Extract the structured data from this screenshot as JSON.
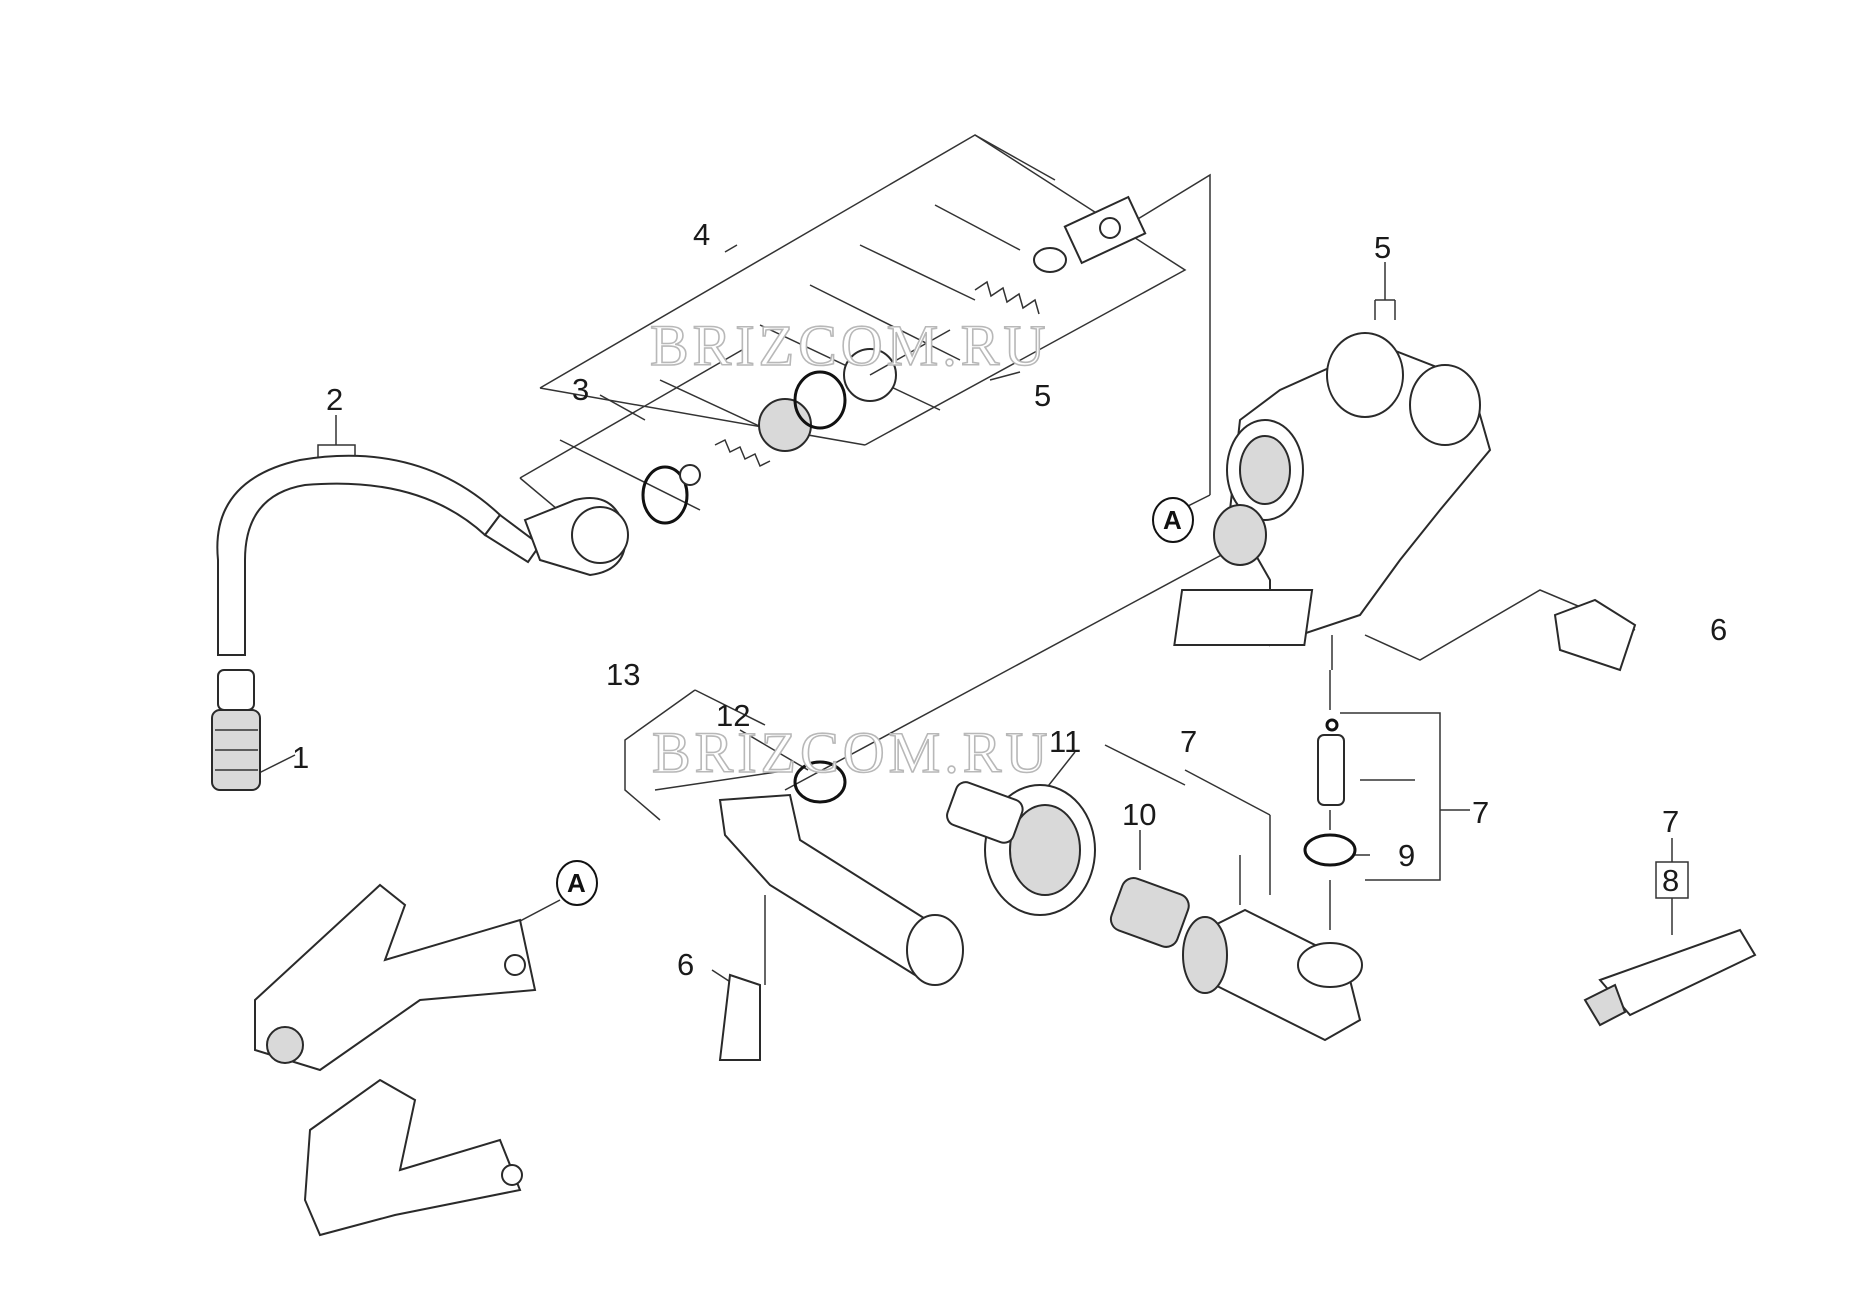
{
  "diagram": {
    "watermarks": [
      "BRIZCOM.RU",
      "BRIZCOM.RU"
    ],
    "reference_marker": "A",
    "callouts": [
      "1",
      "2",
      "3",
      "4",
      "5",
      "5",
      "6",
      "6",
      "7",
      "7",
      "7",
      "8",
      "9",
      "10",
      "11",
      "12",
      "13"
    ]
  }
}
